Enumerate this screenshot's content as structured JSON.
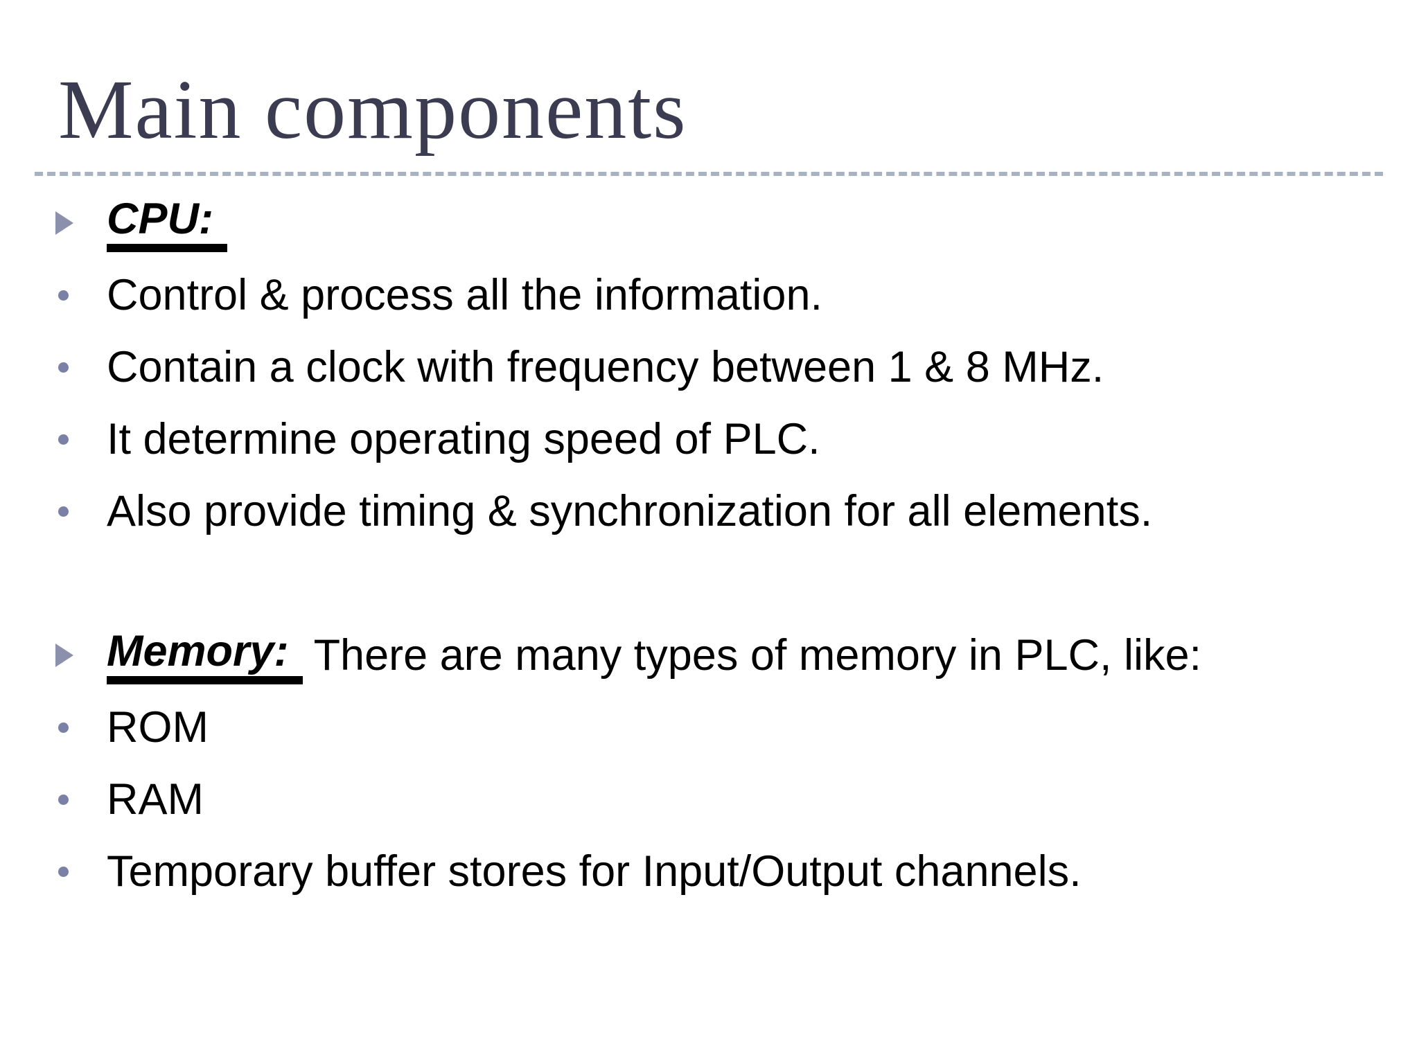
{
  "slide": {
    "title": "Main components",
    "colors": {
      "background": "#ffffff",
      "title_text": "#3b3b51",
      "divider": "#a8b2c1",
      "arrow_bullet": "#8b90ac",
      "dot_bullet": "#7b81a6",
      "body_text": "#000000",
      "heading_underline": "#000000"
    },
    "bullets": [
      {
        "type": "heading",
        "strong": "CPU:",
        "rest": ""
      },
      {
        "type": "item",
        "text": "Control & process all the information."
      },
      {
        "type": "item",
        "text": "Contain a clock with frequency between 1 & 8 MHz."
      },
      {
        "type": "item",
        "text": "It determine operating speed of PLC."
      },
      {
        "type": "item",
        "text": "Also provide timing & synchronization for all elements."
      },
      {
        "type": "spacer"
      },
      {
        "type": "heading",
        "strong": "Memory:",
        "rest": "There are many types of memory in PLC, like:"
      },
      {
        "type": "item",
        "text": "ROM"
      },
      {
        "type": "item",
        "text": "RAM"
      },
      {
        "type": "item",
        "text": "Temporary buffer stores for Input/Output channels."
      }
    ]
  }
}
